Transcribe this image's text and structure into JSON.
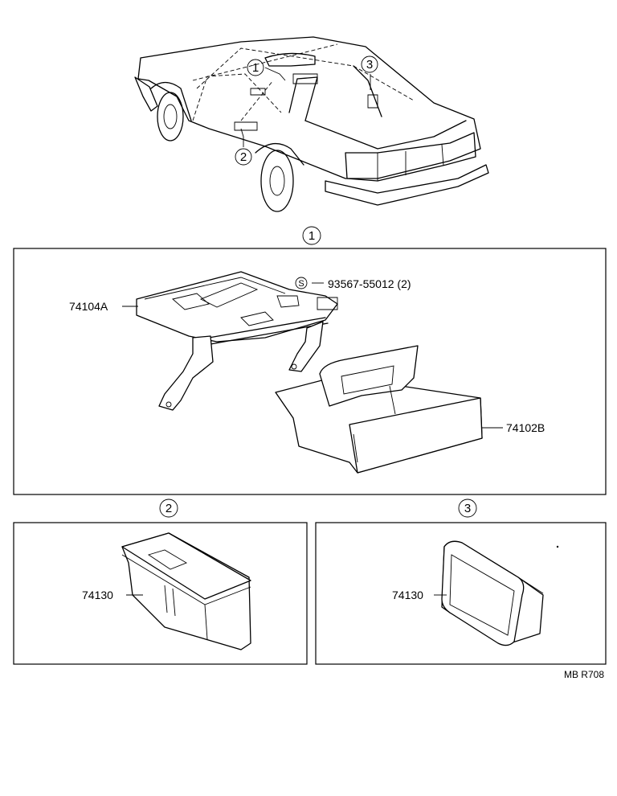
{
  "callouts": {
    "c1": "1",
    "c2": "2",
    "c3": "3"
  },
  "panels": {
    "p1": {
      "callout": "1",
      "parts": {
        "bracket": "74104A",
        "screw_symbol": "S",
        "screw": "93567-55012 (2)",
        "box": "74102B"
      }
    },
    "p2": {
      "callout": "2",
      "parts": {
        "box": "74130"
      }
    },
    "p3": {
      "callout": "3",
      "parts": {
        "box": "74130"
      }
    }
  },
  "footer": {
    "code": "MB R708"
  }
}
